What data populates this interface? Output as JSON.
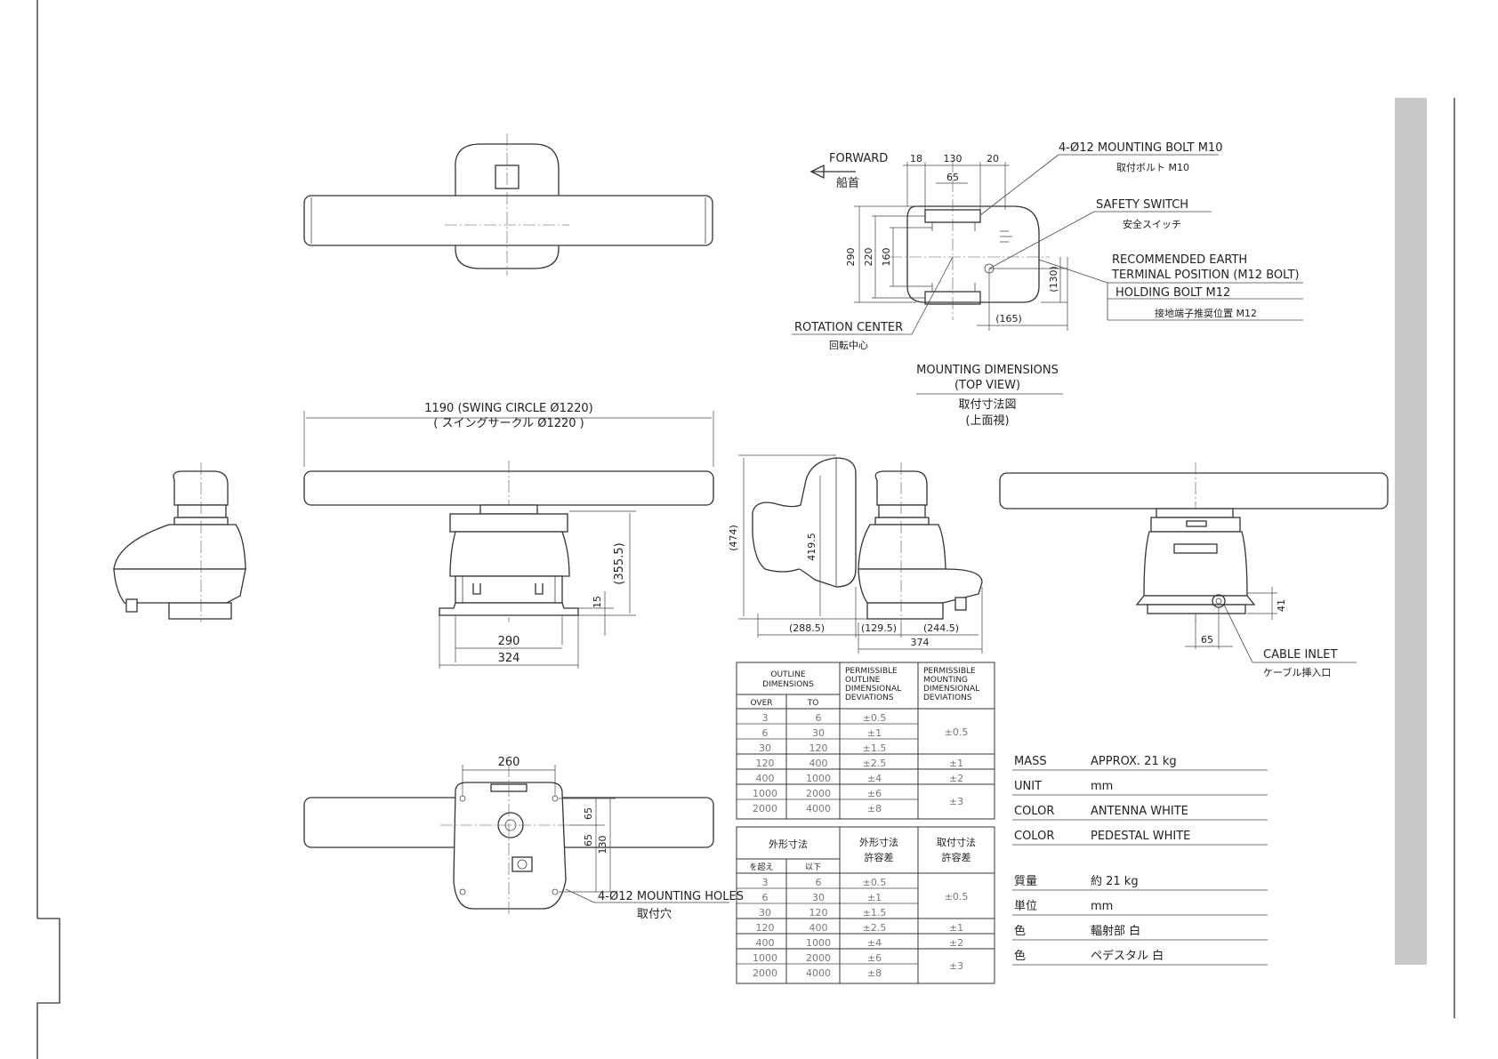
{
  "views": {
    "front": {
      "swing": "1190 (SWING CIRCLE Ø1220)",
      "swing_jp": "( スイングサークル  Ø1220 )",
      "h3555": "(355.5)",
      "h15": "15",
      "w290": "290",
      "w324": "324"
    },
    "bottom": {
      "w260": "260",
      "v65a": "65",
      "v65b": "65",
      "v130": "130",
      "holes": "4-Ø12  MOUNTING HOLES",
      "holes_jp": "取付穴"
    },
    "side": {
      "h474": "(474)",
      "h4195": "419.5",
      "w2885": "(288.5)",
      "w1295": "(129.5)",
      "w2445": "(244.5)",
      "w374": "374"
    },
    "rear": {
      "h41": "41",
      "w65": "65",
      "cable": "CABLE INLET",
      "cable_jp": "ケーブル挿入口"
    }
  },
  "mount": {
    "forward": "FORWARD",
    "forward_jp": "船首",
    "d18": "18",
    "d130": "130",
    "d20": "20",
    "d65": "65",
    "v290": "290",
    "v220": "220",
    "v160": "160",
    "v130": "(130)",
    "h165": "(165)",
    "bolt": "4-Ø12  MOUNTING  BOLT  M10",
    "bolt_jp": "取付ボルト  M10",
    "safety": "SAFETY  SWITCH",
    "safety_jp": "安全スイッチ",
    "earth1": "RECOMMENDED  EARTH",
    "earth2": "TERMINAL  POSITION  (M12  BOLT)",
    "holding": "HOLDING  BOLT  M12",
    "earth_jp": "接地端子推奨位置  M12",
    "rotation": "ROTATION  CENTER",
    "rotation_jp": "回転中心",
    "title1": "MOUNTING  DIMENSIONS",
    "title2": "(TOP  VIEW)",
    "title3": "取付寸法図",
    "title4": "(上面視)"
  },
  "table_en": {
    "h_outline": [
      "OUTLINE",
      "DIMENSIONS"
    ],
    "h_outdev": [
      "PERMISSIBLE",
      "OUTLINE",
      "DIMENSIONAL",
      "DEVIATIONS"
    ],
    "h_mountdev": [
      "PERMISSIBLE",
      "MOUNTING",
      "DIMENSIONAL",
      "DEVIATIONS"
    ],
    "over": "OVER",
    "to": "TO",
    "rows": [
      {
        "over": "3",
        "to": "6",
        "dev": "±0.5"
      },
      {
        "over": "6",
        "to": "30",
        "dev": "±1"
      },
      {
        "over": "30",
        "to": "120",
        "dev": "±1.5"
      },
      {
        "over": "120",
        "to": "400",
        "dev": "±2.5"
      },
      {
        "over": "400",
        "to": "1000",
        "dev": "±4"
      },
      {
        "over": "1000",
        "to": "2000",
        "dev": "±6"
      },
      {
        "over": "2000",
        "to": "4000",
        "dev": "±8"
      }
    ],
    "mount": [
      "±0.5",
      "±1",
      "±2",
      "±3"
    ]
  },
  "table_jp": {
    "h_outline": "外形寸法",
    "h_outdev": [
      "外形寸法",
      "許容差"
    ],
    "h_mountdev": [
      "取付寸法",
      "許容差"
    ],
    "over": "を超え",
    "to": "以下"
  },
  "specs": [
    {
      "label": "MASS",
      "value": "APPROX.   21 kg"
    },
    {
      "label": "UNIT",
      "value": "mm"
    },
    {
      "label": "COLOR",
      "value": "ANTENNA    WHITE"
    },
    {
      "label": "COLOR",
      "value": "PEDESTAL    WHITE"
    }
  ],
  "specs_jp": [
    {
      "label": "質量",
      "value": "約  21  kg"
    },
    {
      "label": "単位",
      "value": "mm"
    },
    {
      "label": "色",
      "value": "輻射部     白"
    },
    {
      "label": "色",
      "value": "ペデスタル     白"
    }
  ]
}
